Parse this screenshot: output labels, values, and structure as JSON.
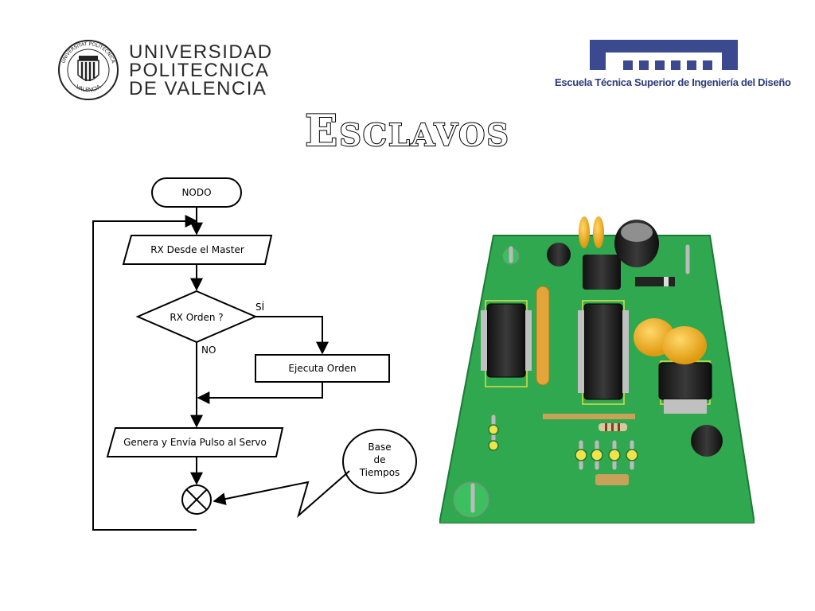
{
  "header": {
    "university_lines": [
      "UNIVERSIDAD",
      "POLITECNICA",
      "DE VALENCIA"
    ],
    "seal_ring_text": "UNIVERSITAT POLITÈCNICA",
    "seal_bottom_text": "VALENCIA",
    "school_name": "Escuela Técnica Superior de Ingeniería del Diseño"
  },
  "slide": {
    "title": "Esclavos"
  },
  "flowchart": {
    "start": "NODO",
    "rx_master": "RX Desde el Master",
    "decision": "RX Orden ?",
    "yes": "SÍ",
    "no": "NO",
    "execute": "Ejecuta Orden",
    "generate": "Genera y Envía Pulso al Servo",
    "timebase_lines": [
      "Base",
      "de",
      "Tiempos"
    ]
  },
  "colors": {
    "school_blue": "#3b4a8f",
    "pcb_green": "#2fa84f",
    "pcb_edge": "#1c7a36"
  }
}
